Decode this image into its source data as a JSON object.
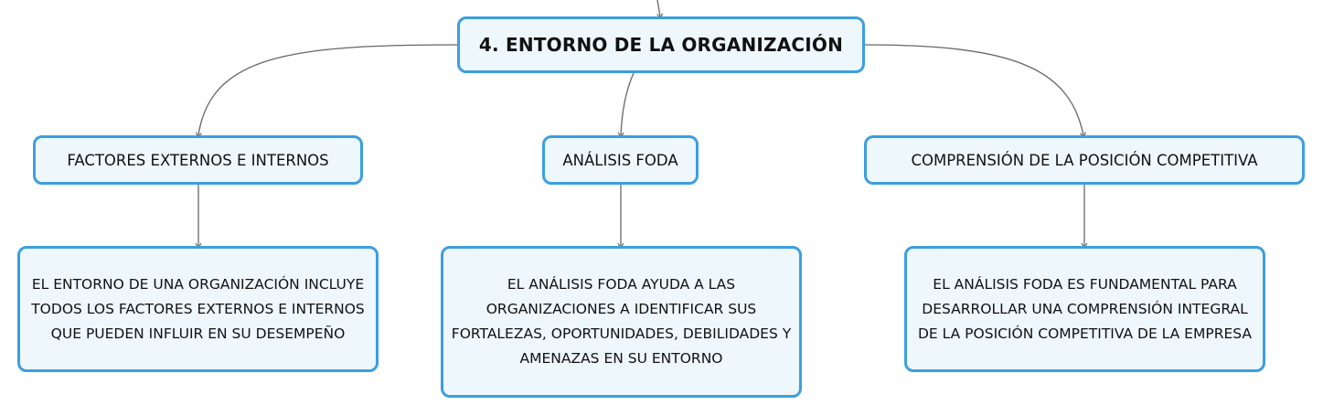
{
  "root": {
    "label": "4. ENTORNO DE LA ORGANIZACIÓN"
  },
  "branches": [
    {
      "label": "FACTORES EXTERNOS E INTERNOS",
      "detail": "EL ENTORNO DE UNA ORGANIZACIÓN INCLUYE TODOS LOS FACTORES EXTERNOS E INTERNOS QUE PUEDEN INFLUIR EN SU DESEMPEÑO"
    },
    {
      "label": "ANÁLISIS FODA",
      "detail": "EL ANÁLISIS FODA AYUDA A LAS ORGANIZACIONES A IDENTIFICAR SUS FORTALEZAS, OPORTUNIDADES, DEBILIDADES Y AMENAZAS EN SU ENTORNO"
    },
    {
      "label": "COMPRENSIÓN DE LA POSICIÓN COMPETITIVA",
      "detail": "EL ANÁLISIS FODA ES FUNDAMENTAL PARA DESARROLLAR UNA COMPRENSIÓN INTEGRAL DE LA POSICIÓN COMPETITIVA DE LA EMPRESA"
    }
  ],
  "colors": {
    "node_border": "#3d9ee0",
    "node_fill": "#eef7fc",
    "connector": "#666666",
    "text": "#111111"
  }
}
